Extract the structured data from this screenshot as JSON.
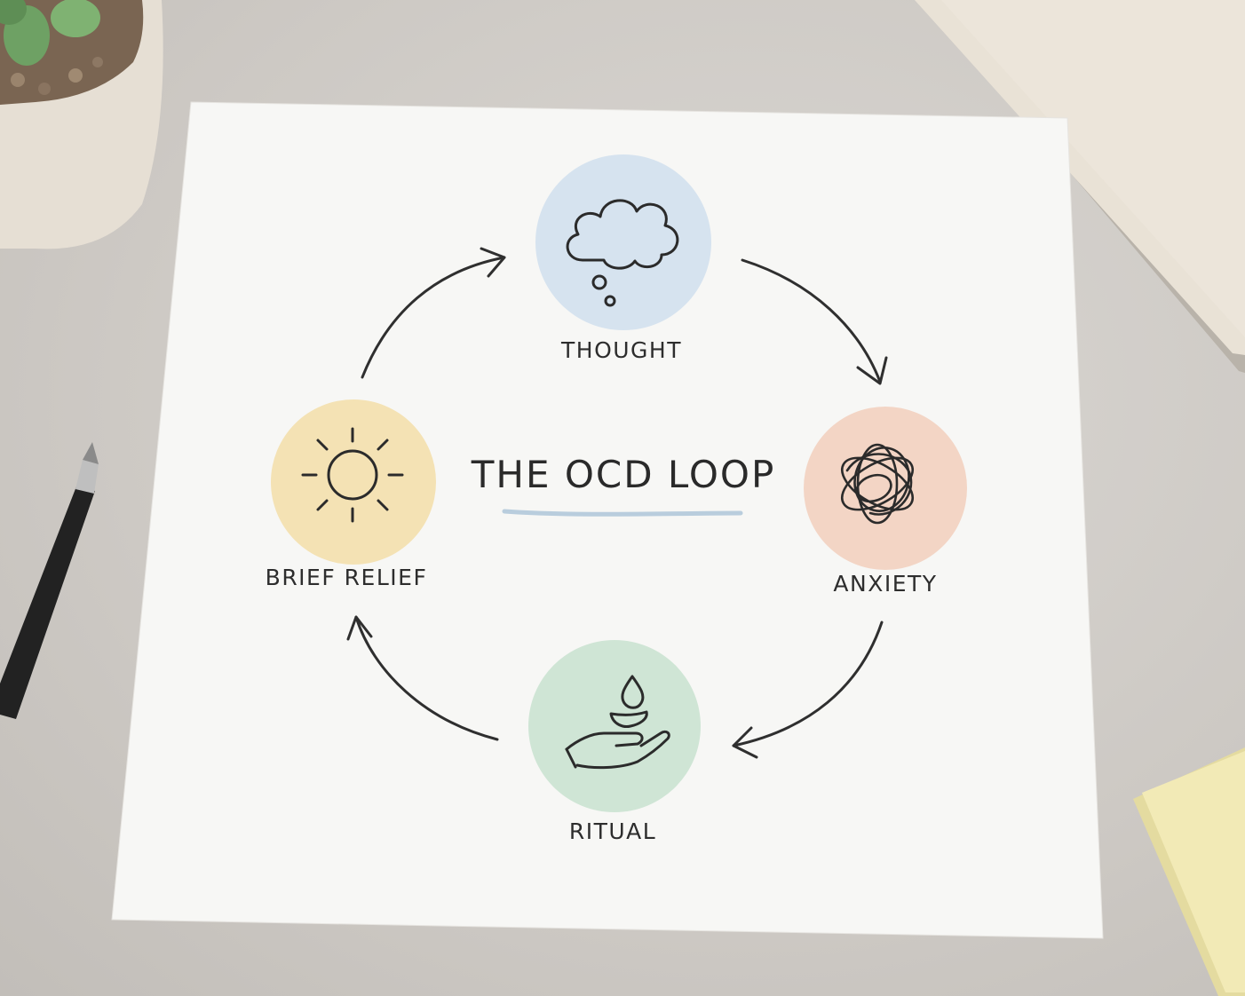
{
  "diagram": {
    "title": "THE OCD LOOP",
    "nodes": [
      {
        "id": "thought",
        "label": "THOUGHT",
        "icon": "thought-cloud-icon",
        "color": "#d6e3ef"
      },
      {
        "id": "anxiety",
        "label": "ANXIETY",
        "icon": "tangled-scribble-icon",
        "color": "#f3d5c5"
      },
      {
        "id": "ritual",
        "label": "RITUAL",
        "icon": "hand-with-drop-icon",
        "color": "#cfe5d5"
      },
      {
        "id": "relief",
        "label": "BRIEF RELIEF",
        "icon": "sun-icon",
        "color": "#f4e2b4"
      }
    ],
    "edges": [
      {
        "from": "thought",
        "to": "anxiety"
      },
      {
        "from": "anxiety",
        "to": "ritual"
      },
      {
        "from": "ritual",
        "to": "relief"
      },
      {
        "from": "relief",
        "to": "thought"
      }
    ],
    "underline_color": "#b9cddd"
  }
}
